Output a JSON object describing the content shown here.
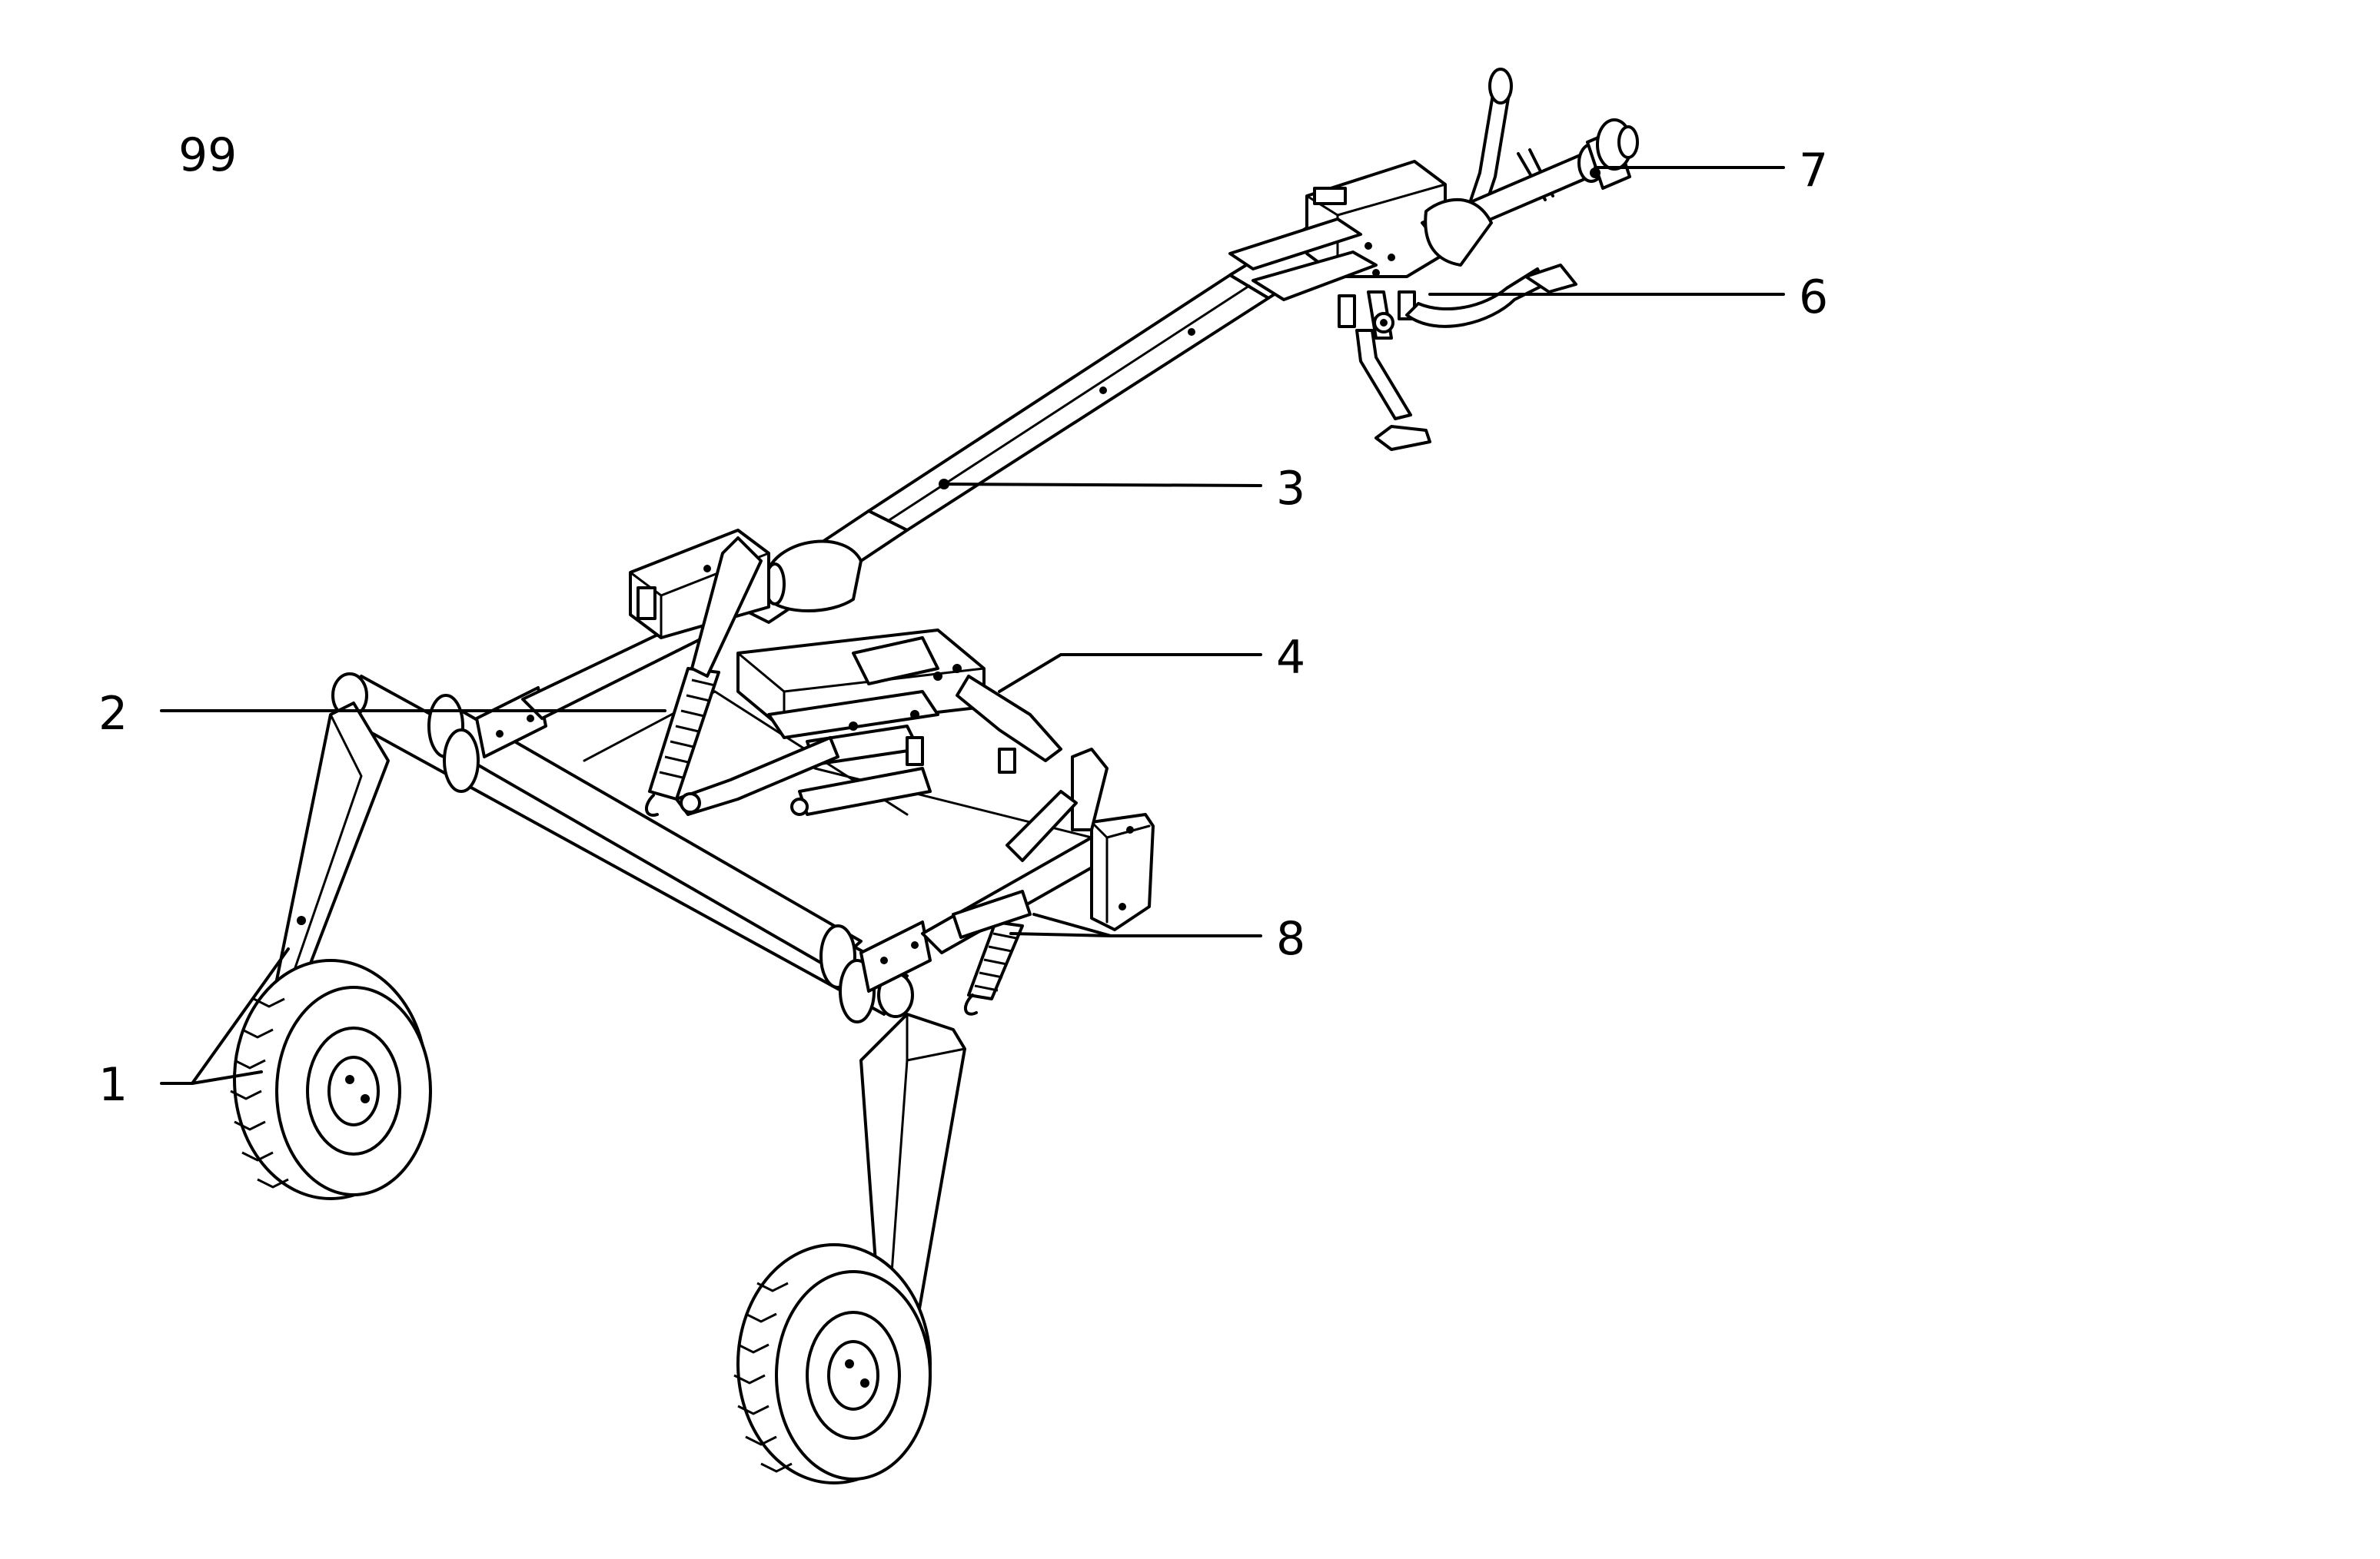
{
  "figure": {
    "page_number": "99",
    "callouts": [
      {
        "id": "1",
        "label": "1"
      },
      {
        "id": "2",
        "label": "2"
      },
      {
        "id": "3",
        "label": "3"
      },
      {
        "id": "4",
        "label": "4"
      },
      {
        "id": "6",
        "label": "6"
      },
      {
        "id": "7",
        "label": "7"
      },
      {
        "id": "8",
        "label": "8"
      }
    ]
  }
}
